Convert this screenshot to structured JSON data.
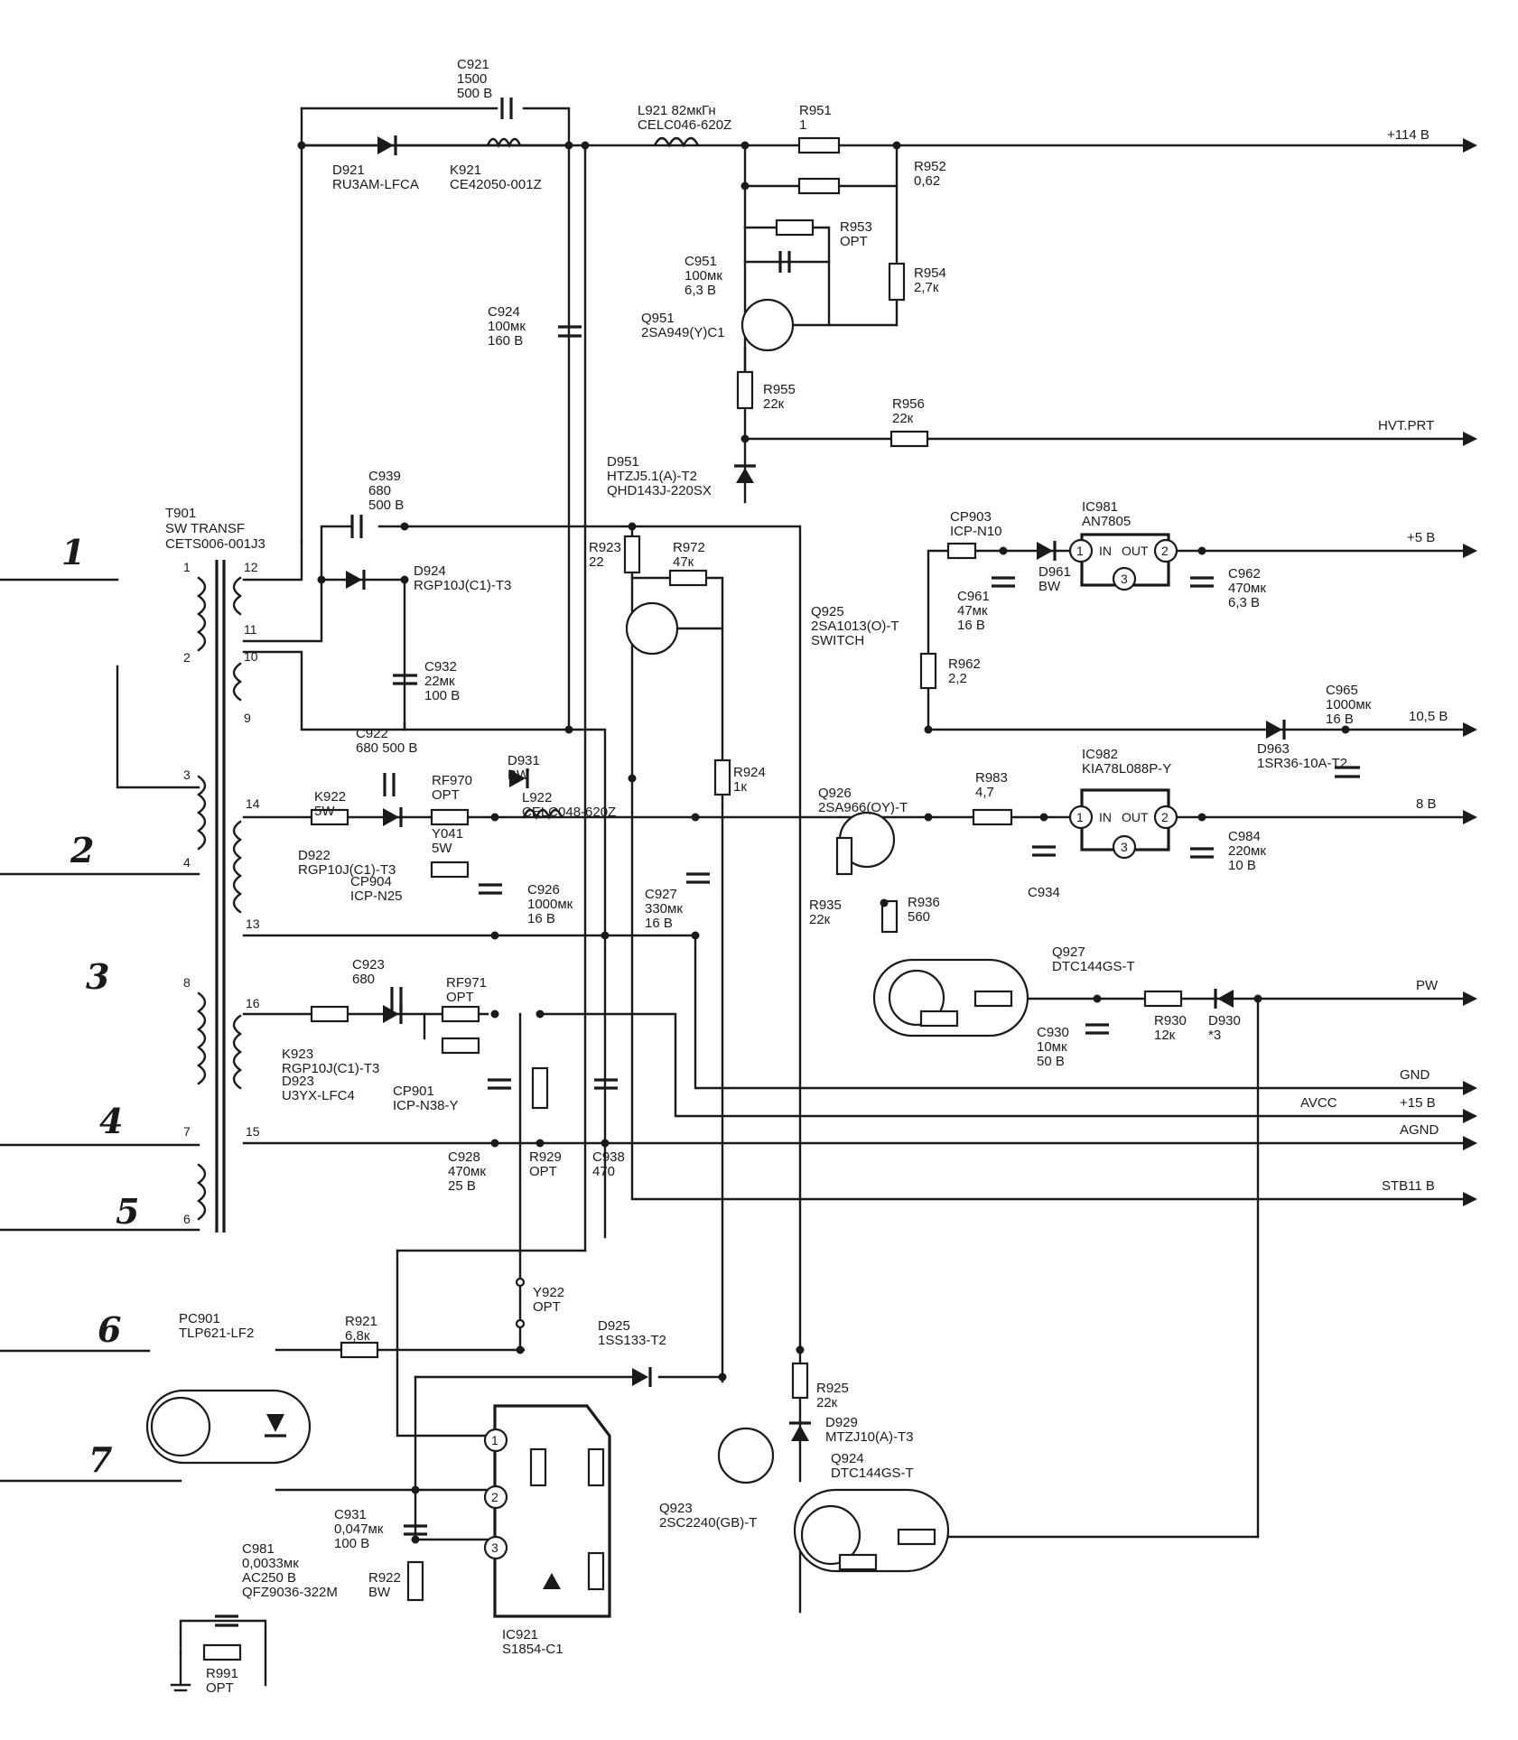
{
  "nets": {
    "v114": "+114 В",
    "hvt": "HVT.PRT",
    "v5": "+5 В",
    "v105": "10,5 В",
    "v8": "8 В",
    "pw": "PW",
    "gnd": "GND",
    "avcc": "AVCC",
    "v15": "+15 В",
    "agnd": "AGND",
    "stb": "STB11 В"
  },
  "connector_numbers": [
    "1",
    "2",
    "3",
    "4",
    "5",
    "6",
    "7"
  ],
  "transformer": {
    "ref": "T901",
    "name": "SW TRANSF",
    "part": "CETS006-001J3",
    "pins": [
      "1",
      "2",
      "3",
      "4",
      "8",
      "7",
      "6",
      "12",
      "11",
      "10",
      "9",
      "14",
      "13",
      "16",
      "15"
    ]
  },
  "components": {
    "c921": [
      "C921",
      "1500",
      "500 В"
    ],
    "d921": [
      "D921",
      "RU3AM-LFCA"
    ],
    "k921": [
      "K921",
      "CE42050-001Z"
    ],
    "l921": [
      "L921 82мкГн",
      "CELC046-620Z"
    ],
    "r951": [
      "R951",
      "1"
    ],
    "r952": [
      "R952",
      "0,62"
    ],
    "r953": [
      "R953",
      "OPT"
    ],
    "c951": [
      "C951",
      "100мк",
      "6,3 В"
    ],
    "r954": [
      "R954",
      "2,7к"
    ],
    "q951": [
      "Q951",
      "2SA949(Y)C1"
    ],
    "c924": [
      "C924",
      "100мк",
      "160 В"
    ],
    "r955": [
      "R955",
      "22к"
    ],
    "r956": [
      "R956",
      "22к"
    ],
    "d951": [
      "D951",
      "HTZJ5.1(A)-T2",
      "QHD143J-220SX"
    ],
    "c939": [
      "C939",
      "680",
      "500 В"
    ],
    "d924": [
      "D924",
      "RGP10J(C1)-T3"
    ],
    "c932": [
      "C932",
      "22мк",
      "100 В"
    ],
    "r923": [
      "R923",
      "22"
    ],
    "r972": [
      "R972",
      "47к"
    ],
    "cp903": [
      "CP903",
      "ICP-N10"
    ],
    "ic981": [
      "IC981",
      "AN7805"
    ],
    "c961": [
      "C961",
      "47мк",
      "16 В"
    ],
    "d961": [
      "D961",
      "BW"
    ],
    "c962": [
      "C962",
      "470мк",
      "6,3 В"
    ],
    "q925": [
      "Q925",
      "2SA1013(O)-T",
      "SWITCH"
    ],
    "r962": [
      "R962",
      "2,2"
    ],
    "c965": [
      "C965",
      "1000мк",
      "16 В"
    ],
    "d963": [
      "D963",
      "1SR36-10A-T2"
    ],
    "c922": [
      "C922",
      "680  500 В"
    ],
    "d931": [
      "D931",
      "BW"
    ],
    "k922": [
      "K922",
      "5W"
    ],
    "rf970": [
      "RF970",
      "OPT"
    ],
    "d922": [
      "D922",
      "RGP10J(C1)-T3"
    ],
    "y041": [
      "Y041",
      "5W"
    ],
    "l922": [
      "L922",
      "CELC048-620Z"
    ],
    "r924": [
      "R924",
      "1к"
    ],
    "q926": [
      "Q926",
      "2SA966(OY)-T"
    ],
    "r983": [
      "R983",
      "4,7"
    ],
    "ic982": [
      "IC982",
      "KIA78L088P-Y"
    ],
    "cp904": [
      "CP904",
      "ICP-N25"
    ],
    "c926": [
      "C926",
      "1000мк",
      "16 В"
    ],
    "c927": [
      "C927",
      "330мк",
      "16 В"
    ],
    "r935": [
      "R935",
      "22к"
    ],
    "r936": [
      "R936",
      "560"
    ],
    "c934": [
      "C934"
    ],
    "c984": [
      "C984",
      "220мк",
      "10 В"
    ],
    "c923": [
      "C923",
      "680"
    ],
    "rf971": [
      "RF971",
      "OPT"
    ],
    "q927": [
      "Q927",
      "DTC144GS-T"
    ],
    "k923": [
      "K923",
      "RGP10J(C1)-T3"
    ],
    "d923": [
      "D923",
      "U3YX-LFC4"
    ],
    "cp901": [
      "CP901",
      "ICP-N38-Y"
    ],
    "c930": [
      "C930",
      "10мк",
      "50 В"
    ],
    "r930": [
      "R930",
      "12к"
    ],
    "d930": [
      "D930",
      "*3"
    ],
    "c928": [
      "C928",
      "470мк",
      "25 В"
    ],
    "r929": [
      "R929",
      "OPT"
    ],
    "c938": [
      "C938",
      "470"
    ],
    "y922": [
      "Y922",
      "OPT"
    ],
    "pc901": [
      "PC901",
      "TLP621-LF2"
    ],
    "r921": [
      "R921",
      "6,8к"
    ],
    "d925": [
      "D925",
      "1SS133-T2"
    ],
    "r925": [
      "R925",
      "22к"
    ],
    "d929": [
      "D929",
      "MTZJ10(A)-T3"
    ],
    "q924": [
      "Q924",
      "DTC144GS-T"
    ],
    "q923": [
      "Q923",
      "2SC2240(GB)-T"
    ],
    "c931": [
      "C931",
      "0,047мк",
      "100 В"
    ],
    "r922": [
      "R922",
      "BW"
    ],
    "c981": [
      "C981",
      "0,0033мк",
      "AC250 В",
      "QFZ9036-322M"
    ],
    "ic921": [
      "IC921",
      "S1854-C1"
    ],
    "r991": [
      "R991",
      "OPT"
    ]
  },
  "ic_pins": {
    "in": "IN",
    "out": "OUT",
    "p1": "1",
    "p2": "2",
    "p3": "3"
  }
}
